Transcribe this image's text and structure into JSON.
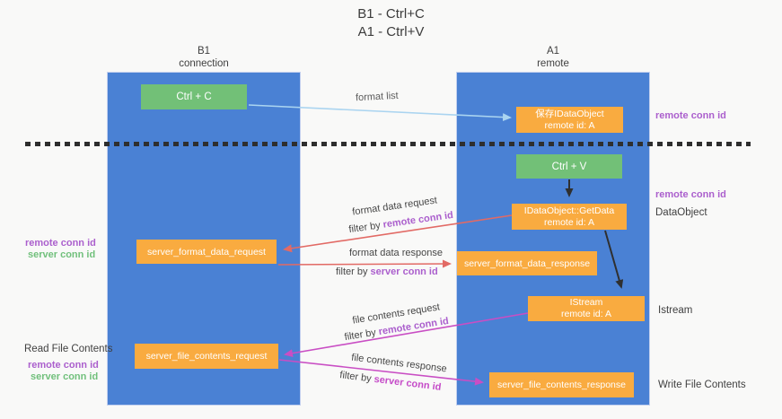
{
  "title": {
    "line1": "B1 - Ctrl+C",
    "line2": "A1 - Ctrl+V"
  },
  "lanes": {
    "left": {
      "name": "B1",
      "sub": "connection"
    },
    "right": {
      "name": "A1",
      "sub": "remote"
    }
  },
  "nodes": {
    "ctrl_c": {
      "label": "Ctrl + C"
    },
    "ctrl_v": {
      "label": "Ctrl + V"
    },
    "save_dataobject": {
      "line1": "保存IDataObject",
      "line2": "remote id: A"
    },
    "getdata": {
      "line1": "IDataObject::GetData",
      "line2": "remote id: A"
    },
    "istream": {
      "line1": "IStream",
      "line2": "remote id: A"
    },
    "format_request": {
      "label": "server_format_data_request"
    },
    "format_response": {
      "label": "server_format_data_response"
    },
    "file_request": {
      "label": "server_file_contents_request"
    },
    "file_response": {
      "label": "server_file_contents_response"
    }
  },
  "edge_labels": {
    "format_list": "format list",
    "format_data_request": "format data request",
    "format_data_response": "format data response",
    "file_contents_request": "file contents request",
    "file_contents_response": "file contents response",
    "filter_by": "filter by ",
    "remote_conn_id": "remote conn id",
    "server_conn_id": "server conn id"
  },
  "side_labels": {
    "remote_conn_id_top": "remote conn id",
    "remote_conn_id_mid": "remote conn id",
    "dataobject": "DataObject",
    "istream": "Istream",
    "write_file_contents": "Write File Contents",
    "read_file_contents": "Read File Contents",
    "remote_conn_id_left": "remote conn id",
    "server_conn_id_left": "server conn id",
    "remote_conn_id_bottom": "remote conn id",
    "server_conn_id_bottom": "server conn id"
  },
  "colors": {
    "lane_blue": "#4a81d4",
    "node_green": "#72c077",
    "node_orange": "#f9ab40",
    "purple_text": "#ab5fcd",
    "green_text": "#71c07c",
    "arrow_red": "#e26a65",
    "arrow_magenta": "#c94ec4",
    "arrow_lightblue": "#aad4f0",
    "arrow_black": "#2f2f2f"
  }
}
